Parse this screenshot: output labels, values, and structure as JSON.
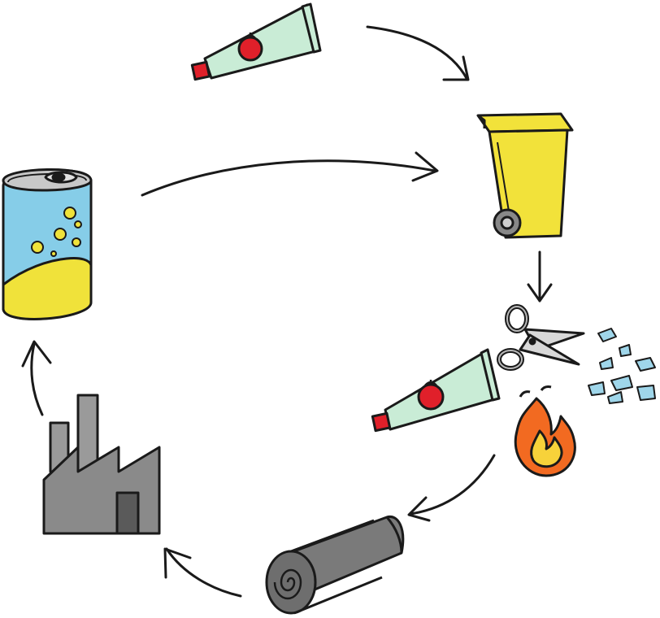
{
  "diagram": {
    "type": "recycling-cycle",
    "steps": [
      {
        "id": "step-1",
        "icon": "tomato-paste-tube-icon"
      },
      {
        "id": "step-2",
        "icon": "yellow-recycling-bin-icon"
      },
      {
        "id": "step-3",
        "icon": "scissors-cutting-tube-icon"
      },
      {
        "id": "step-4",
        "icon": "flame-icon"
      },
      {
        "id": "step-5",
        "icon": "aluminium-roll-icon"
      },
      {
        "id": "step-6",
        "icon": "factory-icon"
      },
      {
        "id": "step-7",
        "icon": "beverage-can-icon"
      }
    ],
    "colors": {
      "outline": "#1a1a1a",
      "tube_body": "#c9ecd6",
      "tube_cap": "#e0202a",
      "tomato": "#e0202a",
      "bin": "#f2e23a",
      "can_blue": "#86cde8",
      "can_yellow": "#f0e23a",
      "can_top": "#c8c8c8",
      "flame_outer": "#f26a21",
      "flame_inner": "#f7d23a",
      "flakes": "#9fd6ea",
      "metal_gray": "#6e6e6e",
      "factory_gray": "#8a8a8a"
    }
  }
}
